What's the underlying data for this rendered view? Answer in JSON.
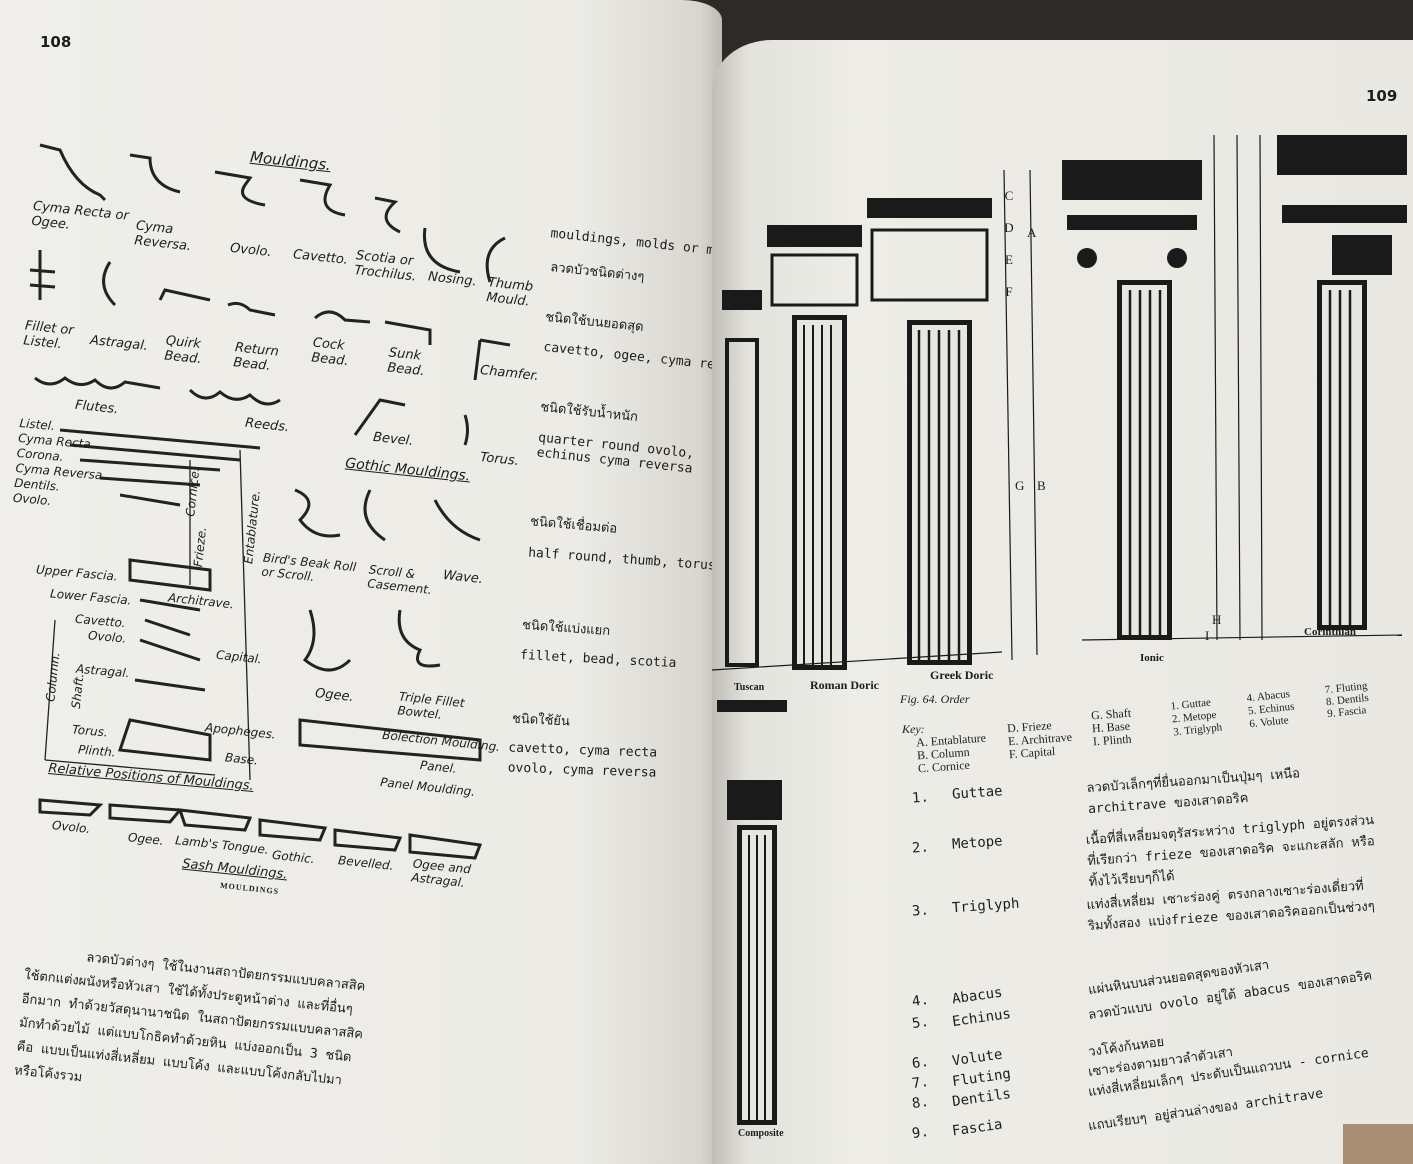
{
  "left_page": {
    "page_number": "108",
    "figure_title": "Mouldings.",
    "mouldings_row1": [
      "Cyma Recta or Ogee.",
      "Cyma Reversa.",
      "Ovolo.",
      "Cavetto.",
      "Scotia or Trochilus.",
      "Nosing.",
      "Thumb Mould."
    ],
    "mouldings_row2": [
      "Fillet or Listel.",
      "Astragal.",
      "Quirk Bead.",
      "Return Bead.",
      "Cock Bead.",
      "Sunk Bead.",
      "Chamfer."
    ],
    "flutes_label": "Flutes.",
    "reeds_label": "Reeds.",
    "bevel_label": "Bevel.",
    "torus_label": "Torus.",
    "gothic_title": "Gothic Mouldings.",
    "gothic_items": [
      "Bird's Beak Roll or Scroll.",
      "Scroll & Casement.",
      "Wave.",
      "Ogee.",
      "Triple Fillet Bowtel."
    ],
    "relative_labels": [
      "Listel.",
      "Cyma Recta.",
      "Corona.",
      "Cyma Reversa.",
      "Dentils.",
      "Ovolo.",
      "Upper Fascia.",
      "Lower Fascia.",
      "Cavetto.",
      "Ovolo.",
      "Astragal.",
      "Torus.",
      "Plinth."
    ],
    "vertical_labels": [
      "Cornice.",
      "Frieze.",
      "Entablature.",
      "Architrave.",
      "Capital.",
      "Column.",
      "Shaft.",
      "Apopheges.",
      "Base."
    ],
    "relative_title": "Relative Positions of Mouldings.",
    "panel_labels": [
      "Bolection Moulding.",
      "Panel.",
      "Panel Moulding."
    ],
    "sash_items": [
      "Ovolo.",
      "Ogee.",
      "Lamb's Tongue.",
      "Gothic.",
      "Bevelled.",
      "Ogee and Astragal."
    ],
    "sash_title": "Sash Mouldings.",
    "caption": "MOULDINGS",
    "notes": [
      {
        "heading": "mouldings, molds or mouldings",
        "text": "ลวดบัวชนิดต่างๆ"
      },
      {
        "heading": "ชนิดใช้บนยอดสุด",
        "text": "cavetto, ogee, cyma recta"
      },
      {
        "heading": "ชนิดใช้รับน้ำหนัก",
        "text": "quarter round ovolo, echinus cyma reversa"
      },
      {
        "heading": "ชนิดใช้เชื่อมต่อ",
        "text": "half round, thumb, torus"
      },
      {
        "heading": "ชนิดใช้แบ่งแยก",
        "text": "fillet, bead, scotia"
      },
      {
        "heading": "ชนิดใช้ยัน",
        "text": "cavetto, cyma recta ovolo, cyma reversa"
      }
    ],
    "paragraph": [
      "ลวดบัวต่างๆ ใช้ในงานสถาปัตยกรรมแบบคลาสสิค",
      "ใช้ตกแต่งผนังหรือหัวเสา ใช้ได้ทั้งประตูหน้าต่าง และที่อื่นๆ",
      "อีกมาก ทำด้วยวัสดุนานาชนิด ในสถาปัตยกรรมแบบคลาสสิค",
      "มักทำด้วยไม้ แต่แบบโกธิคทำด้วยหิน แบ่งออกเป็น 3 ชนิด",
      "คือ แบบเป็นแท่งสี่เหลี่ยม แบบโค้ง และแบบโค้งกลับไปมา",
      "หรือโค้งรวม"
    ]
  },
  "right_page": {
    "page_number": "109",
    "orders": [
      "Tuscan",
      "Roman Doric",
      "Greek Doric",
      "Ionic",
      "Corinthian",
      "Composite"
    ],
    "dimension_letters": [
      "A",
      "B",
      "C",
      "D",
      "E",
      "F",
      "G",
      "H",
      "I"
    ],
    "figure_caption": "Fig. 64. Order",
    "key_label": "Key:",
    "key_letters": [
      "A. Entablature",
      "B. Column",
      "C. Cornice",
      "D. Frieze",
      "E. Architrave",
      "F. Capital",
      "G. Shaft",
      "H. Base",
      "I. Plinth"
    ],
    "key_numbers": [
      "1. Guttae",
      "2. Metope",
      "3. Triglyph",
      "4. Abacus",
      "5. Echinus",
      "6. Volute",
      "7. Fluting",
      "8. Dentils",
      "9. Fascia"
    ],
    "glossary": [
      {
        "num": "1.",
        "term": "Guttae",
        "def": "ลวดบัวเล็กๆที่ยื่นออกมาเป็นปุ่มๆ เหนือ architrave ของเสาดอริค"
      },
      {
        "num": "2.",
        "term": "Metope",
        "def": "เนื้อที่สี่เหลี่ยมจตุรัสระหว่าง triglyph อยู่ตรงส่วนที่เรียกว่า frieze ของเสาดอริค จะแกะสลัก หรือทิ้งไว้เรียบๆก็ได้"
      },
      {
        "num": "3.",
        "term": "Triglyph",
        "def": "แท่งสี่เหลี่ยม เซาะร่องคู่ ตรงกลางเซาะร่องเดี่ยวที่ริมทั้งสอง แบ่งfrieze ของเสาดอริคออกเป็นช่วงๆ"
      },
      {
        "num": "4.",
        "term": "Abacus",
        "def": "แผ่นหินบนส่วนยอดสุดของหัวเสา"
      },
      {
        "num": "5.",
        "term": "Echinus",
        "def": "ลวดบัวแบบ ovolo อยู่ใต้ abacus ของเสาดอริค"
      },
      {
        "num": "6.",
        "term": "Volute",
        "def": "วงโค้งก้นหอย"
      },
      {
        "num": "7.",
        "term": "Fluting",
        "def": "เซาะร่องตามยาวลำตัวเสา"
      },
      {
        "num": "8.",
        "term": "Dentils",
        "def": "แท่งสี่เหลี่ยมเล็กๆ ประดับเป็นแถวบน - cornice"
      },
      {
        "num": "9.",
        "term": "Fascia",
        "def": "แถบเรียบๆ อยู่ส่วนล่างของ architrave"
      }
    ]
  }
}
